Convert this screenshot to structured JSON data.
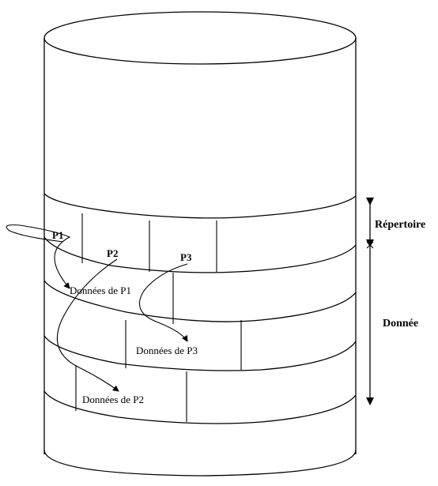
{
  "labels": {
    "p1": "P1",
    "p2": "P2",
    "p3": "P3",
    "data_p1": "Données de P1",
    "data_p2": "Données de P2",
    "data_p3": "Données de P3",
    "repertoire": "Répertoire",
    "donnee": "Donnée"
  }
}
